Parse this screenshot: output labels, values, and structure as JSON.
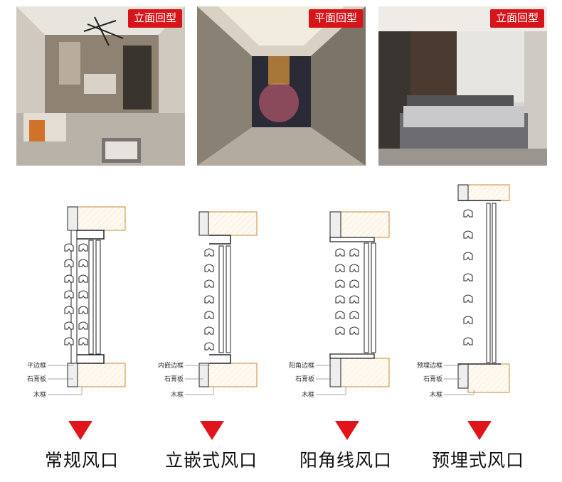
{
  "photos": [
    {
      "badge": "立面回型",
      "scene": "living-room"
    },
    {
      "badge": "平面回型",
      "scene": "corridor"
    },
    {
      "badge": "立面回型",
      "scene": "bedroom"
    }
  ],
  "diagrams": [
    {
      "labels": [
        "平边框",
        "石膏板",
        "木框"
      ]
    },
    {
      "labels": [
        "内嵌边框",
        "石膏板",
        "木框"
      ]
    },
    {
      "labels": [
        "阳角边框",
        "石膏板",
        "木框"
      ]
    },
    {
      "labels": [
        "预埋边框",
        "石膏板",
        "木框"
      ]
    }
  ],
  "types": [
    "常规风口",
    "立嵌式风口",
    "阳角线风口",
    "预埋式风口"
  ],
  "colors": {
    "accent": "#d7141a",
    "arrow": "#e0141a",
    "wood": "#c98a35"
  }
}
